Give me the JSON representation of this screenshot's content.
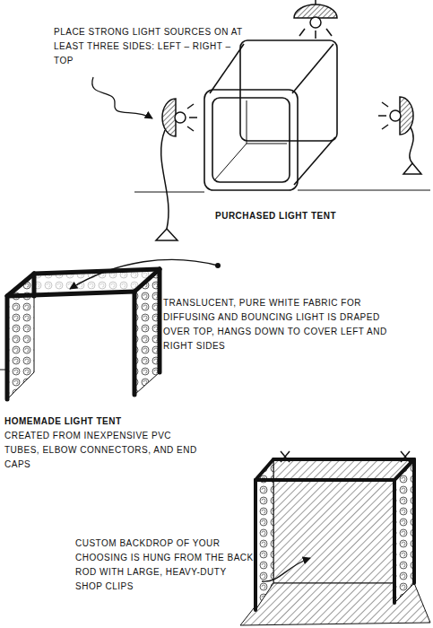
{
  "diagram": {
    "labels": [
      "PLACE STRONG LIGHT SOURCES ON AT LEAST THREE SIDES: LEFT – RIGHT – TOP",
      "PURCHASED LIGHT TENT",
      "TRANSLUCENT, PURE WHITE FABRIC FOR DIFFUSING AND BOUNCING LIGHT IS DRAPED OVER TOP, HANGS DOWN TO COVER LEFT AND RIGHT SIDES",
      "HOMEMADE LIGHT TENT",
      "CREATED FROM INEXPENSIVE PVC TUBES, ELBOW CONNECTORS, AND END CAPS",
      "CUSTOM BACKDROP OF YOUR CHOOSING IS HUNG FROM THE BACK ROD WITH LARGE, HEAVY-DUTY SHOP CLIPS"
    ]
  }
}
